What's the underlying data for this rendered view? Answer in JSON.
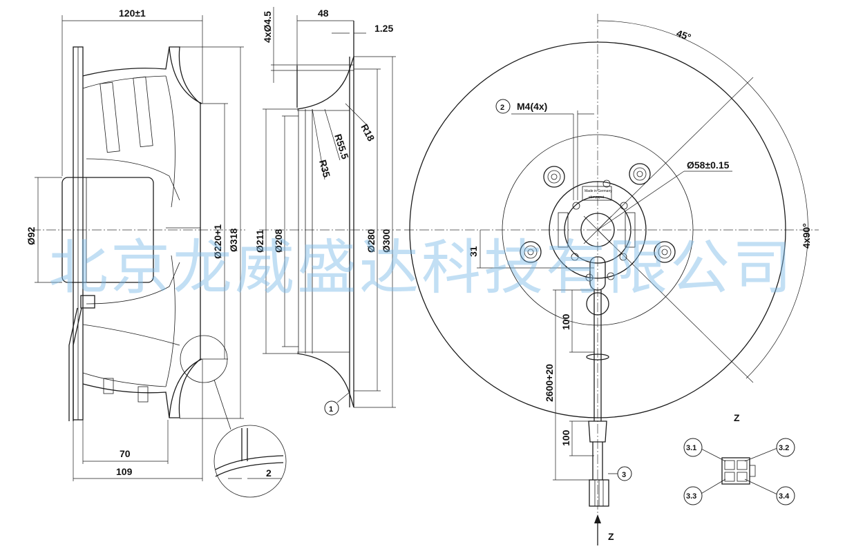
{
  "dims": {
    "width_overall": "120±1",
    "hole": "4xØ4.5",
    "nozzle_depth": "48",
    "sheet": "1.25",
    "r18": "R18",
    "r555": "R55.5",
    "r35": "R35",
    "d92": "Ø92",
    "d220": "Ø220+1",
    "d318": "Ø318",
    "d211": "Ø211",
    "d208": "Ø208",
    "d280": "Ø280",
    "d300": "Ø300",
    "d70": "70",
    "d109": "109",
    "d2": "2",
    "angle45": "45°",
    "angle4x90": "4x90°",
    "m4": "M4(4x)",
    "d58": "Ø58±0.15",
    "d31": "31",
    "d100a": "100",
    "cable": "2600+20",
    "d100b": "100"
  },
  "callouts": {
    "c1": "1",
    "c2": "2",
    "c3": "3",
    "c31": "3.1",
    "c32": "3.2",
    "c33": "3.3",
    "c34": "3.4"
  },
  "view_labels": {
    "z_top": "Z",
    "z_bottom": "Z"
  },
  "label_plate": {
    "made_in": "Made in Germany",
    "brand": "ebmpapst"
  },
  "watermark": "北京龙威盛达科技有限公司",
  "colors": {
    "line": "#1a1a1a",
    "watermark": "#78b9e6"
  }
}
